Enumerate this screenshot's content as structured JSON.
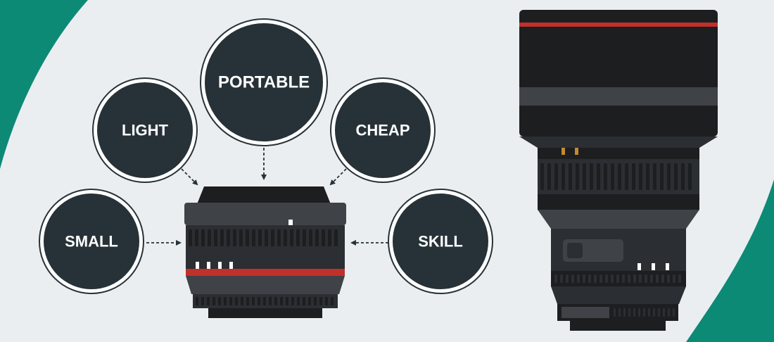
{
  "bubbles": [
    {
      "id": "portable",
      "label": "PORTABLE"
    },
    {
      "id": "light",
      "label": "LIGHT"
    },
    {
      "id": "cheap",
      "label": "CHEAP"
    },
    {
      "id": "small",
      "label": "SMALL"
    },
    {
      "id": "skill",
      "label": "SKILL"
    }
  ],
  "colors": {
    "background": "#ebeef0",
    "accent_teal": "#0c8a76",
    "bubble_fill": "#263238",
    "lens_body": "#2b2e32",
    "lens_band": "#3f4347",
    "lens_dark": "#1c1e20",
    "red_ring": "#c0312b",
    "gold_contact": "#c48a2c"
  },
  "icons": [
    "small-lens-icon",
    "large-lens-icon",
    "dashed-arrow-icon"
  ]
}
